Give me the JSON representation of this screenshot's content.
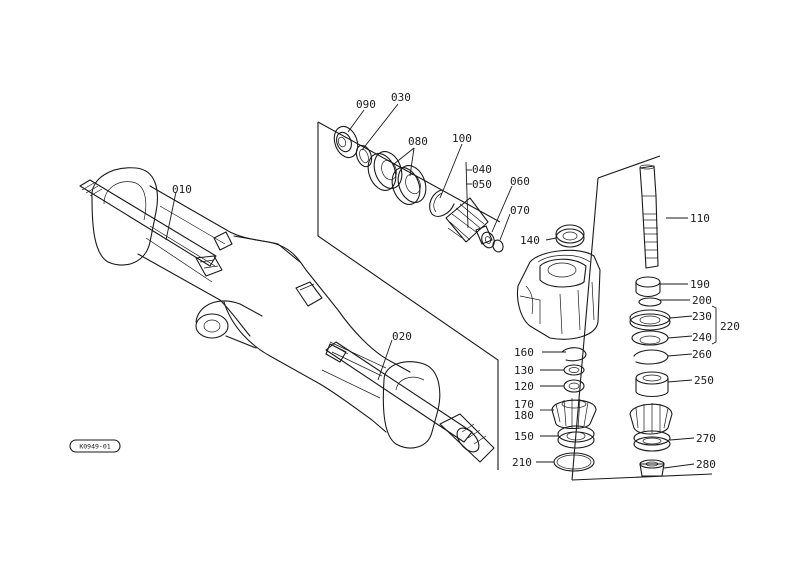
{
  "parts": [
    {
      "key": "p010",
      "label": "010"
    },
    {
      "key": "p020",
      "label": "020"
    },
    {
      "key": "p030",
      "label": "030"
    },
    {
      "key": "p040",
      "label": "040"
    },
    {
      "key": "p050",
      "label": "050"
    },
    {
      "key": "p060",
      "label": "060"
    },
    {
      "key": "p070",
      "label": "070"
    },
    {
      "key": "p080",
      "label": "080"
    },
    {
      "key": "p090",
      "label": "090"
    },
    {
      "key": "p100",
      "label": "100"
    },
    {
      "key": "p110",
      "label": "110"
    },
    {
      "key": "p120",
      "label": "120"
    },
    {
      "key": "p130",
      "label": "130"
    },
    {
      "key": "p140",
      "label": "140"
    },
    {
      "key": "p150",
      "label": "150"
    },
    {
      "key": "p160",
      "label": "160"
    },
    {
      "key": "p170",
      "label": "170"
    },
    {
      "key": "p180",
      "label": "180"
    },
    {
      "key": "p190",
      "label": "190"
    },
    {
      "key": "p200",
      "label": "200"
    },
    {
      "key": "p210",
      "label": "210"
    },
    {
      "key": "p220",
      "label": "220"
    },
    {
      "key": "p230",
      "label": "230"
    },
    {
      "key": "p240",
      "label": "240"
    },
    {
      "key": "p250",
      "label": "250"
    },
    {
      "key": "p260",
      "label": "260"
    },
    {
      "key": "p270",
      "label": "270"
    },
    {
      "key": "p280",
      "label": "280"
    }
  ],
  "drawing_code": "K0949-01"
}
